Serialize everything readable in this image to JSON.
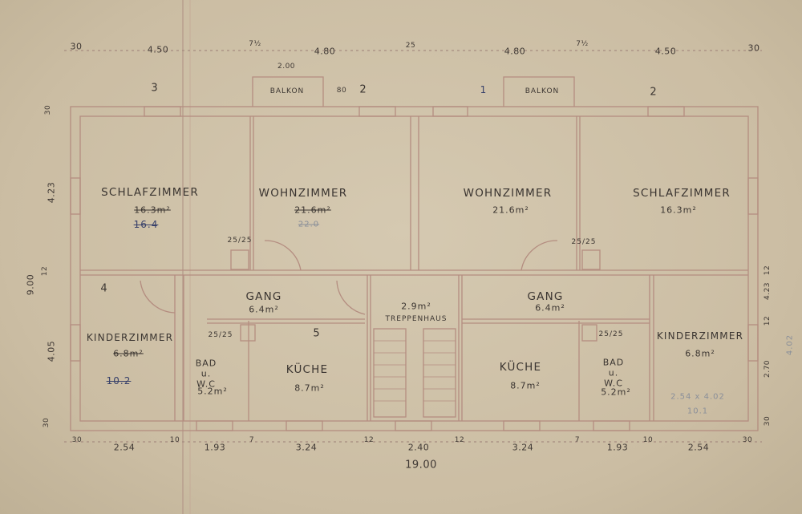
{
  "plan": {
    "top_dimensions": [
      "30",
      "4.50",
      "7½",
      "4.80",
      "25",
      "4.80",
      "7½",
      "4.50",
      "30"
    ],
    "balcony_width": "2.00",
    "balcony_depth": "80",
    "balcony_label": "BALKON",
    "bottom_dimensions": [
      "30",
      "2.54",
      "10",
      "1.93",
      "7",
      "3.24",
      "12",
      "2.40",
      "12",
      "3.24",
      "7",
      "1.93",
      "10",
      "2.54",
      "30"
    ],
    "total_width": "19.00",
    "left_dimensions": [
      "30",
      "4.23",
      "12",
      "9.00",
      "4.05",
      "30"
    ],
    "right_dimensions": [
      "12",
      "4.23",
      "12",
      "2.70",
      "30"
    ],
    "right_pencil_dim": "4.02",
    "window_numbers": [
      "3",
      "2",
      "1",
      "2"
    ],
    "rooms": [
      {
        "name": "SCHLAFZIMMER",
        "area": "16.3m²",
        "note": "16.4"
      },
      {
        "name": "WOHNZIMMER",
        "area": "21.6m²",
        "note": "22.0"
      },
      {
        "name": "WOHNZIMMER",
        "area": "21.6m²"
      },
      {
        "name": "SCHLAFZIMMER",
        "area": "16.3m²"
      },
      {
        "name": "KINDERZIMMER",
        "area": "6.8m²",
        "note": "10.2",
        "number": "4"
      },
      {
        "name": "GANG",
        "area": "6.4m²"
      },
      {
        "name": "BAD u. W.C",
        "area": "5.2m²"
      },
      {
        "name": "KÜCHE",
        "area": "8.7m²",
        "number": "5"
      },
      {
        "name": "TREPPENHAUS",
        "area": "2.9m²"
      },
      {
        "name": "GANG",
        "area": "6.4m²"
      },
      {
        "name": "KÜCHE",
        "area": "8.7m²"
      },
      {
        "name": "BAD u. W.C",
        "area": "5.2m²"
      },
      {
        "name": "KINDERZIMMER",
        "area": "6.8m²",
        "note": "10.1",
        "calc": "2.54 x 4.02"
      }
    ],
    "chimney_label": "25/25",
    "colors": {
      "paper": "#cdbfa6",
      "wall": "#b98f84",
      "ink": "#3b3531"
    }
  }
}
